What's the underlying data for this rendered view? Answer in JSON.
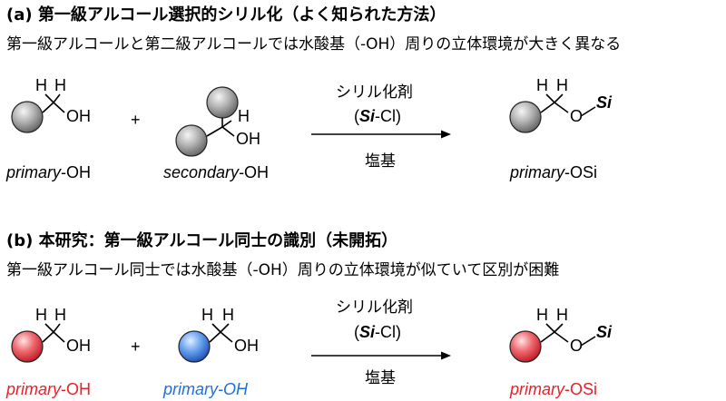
{
  "section_a": {
    "label": "(a)",
    "title": "第一級アルコール選択的シリル化（よく知られた方法）",
    "subtitle": "第一級アルコールと第二級アルコールでは水酸基（-OH）周りの立体環境が大きく異なる",
    "reactant1": {
      "h1": "H",
      "h2": "H",
      "oh": "OH",
      "label_italic": "primary",
      "label_suffix": "-OH"
    },
    "plus": "+",
    "reactant2": {
      "h": "H",
      "oh": "OH",
      "label_italic": "secondary",
      "label_suffix": "-OH"
    },
    "reagent_top": "シリル化剤",
    "reagent_paren_open": "(",
    "reagent_si": "Si",
    "reagent_cl": "-Cl)",
    "reagent_bottom": "塩基",
    "product": {
      "h1": "H",
      "h2": "H",
      "o": "O",
      "si": "Si",
      "label_italic": "primary",
      "label_suffix": "-OSi"
    }
  },
  "section_b": {
    "label": "(b)",
    "title": "本研究：第一級アルコール同士の識別（未開拓）",
    "subtitle": "第一級アルコール同士では水酸基（-OH）周りの立体環境が似ていて区別が困難",
    "reactant1": {
      "h1": "H",
      "h2": "H",
      "oh": "OH",
      "label_italic": "primary",
      "label_suffix": "-OH"
    },
    "plus": "+",
    "reactant2": {
      "h1": "H",
      "h2": "H",
      "oh": "OH",
      "label": "primary-OH"
    },
    "reagent_top": "シリル化剤",
    "reagent_paren_open": "(",
    "reagent_si": "Si",
    "reagent_cl": "-Cl)",
    "reagent_bottom": "塩基",
    "product": {
      "h1": "H",
      "h2": "H",
      "o": "O",
      "si": "Si",
      "label_italic": "primary",
      "label_suffix": "-OSi"
    }
  },
  "colors": {
    "gray_sphere": "#8a8a8a",
    "red": "#e8202a",
    "blue": "#1f6fe0",
    "red_sphere": "#e8434b",
    "blue_sphere": "#3f86e8"
  }
}
